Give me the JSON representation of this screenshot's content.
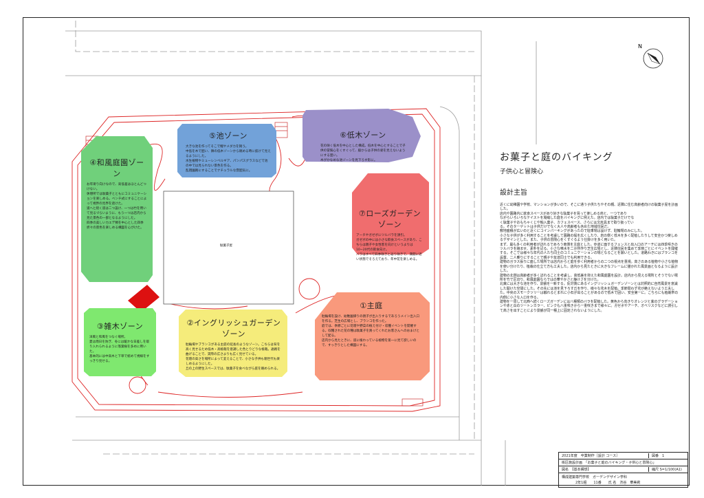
{
  "document": {
    "title": "お菓子と庭のバイキング",
    "subtitle": "子供心と冒険心",
    "concept_heading": "設計主旨",
    "concept_text": "近くに幼稚園や学校、マンションが多いので、そこに通う子供たちやその親、近隣に住む高齢者向けの駄菓子屋を計画した。\n店内や園路内に飲食スペースがあり好きな駄菓子を買って楽しめる商と、一つであり\nながらいろいろなテイストを凝縮した庭をバイキングに例えた。店内では駄菓子だけでな\nく駄菓子やおもちゃくじや輸入菓子、カフェスペース、さらには文房具まで取り扱ってい\nる。そのターゲットは子供だけでなく大人や高齢者も含めた地域住民だ。\n敷地面積が広いのと近くにコインパーキングがあったので駐車場は設けず、駐輪場のみにした。\n小さな子供が多く利用することを考慮して園路の幅を広くしたり、岩の側く低木を多く配植したりして安全かつ楽しめるデザインとした。また、子供の冒険心をくすぐるよう仕掛けを多く用いた。\nまず、最も多くの利用者が訪れるであろう南側を主庭とした。歩道に面するフェンスと出入口のアーチには四季咲きのツルバラを絡ませ、素朴を記る。小さな噴水を二か所作り芝生広場とし、近隣住民を集めて季節ごとにイベントを開催する。そこでは様々な年代の人たち同士のコミュニケーションの場となることを願いとした。道路わきにはブランコを設置、二人乗りにすることで親子や友達同士でも利用できる。\n建物のガラス張りに面した場所では店内からと庭を歩く利用者からの二つの視点を重視。高さのある植物や小さな植物を使い分けたり、植栽の仕立て方も工夫した。店内から見たときに大きなフレームに描かれた風景画となるように設計した。\n建物の北側は高齢者が多く訪れることを考慮し、高低差を抑えた和風庭園を設計。店内から見える場所とそうでない場所を竹で区切り、和風庭園ならではの華やかさと静けさを分けた。\n北東には大きな池を作り、景観を一新する。反対側にあるイングリッシュガーデンゾーンとは対照的に自然風景を意識した開けた空間にした。その先には池を見下ろす丘を作り、様々な花木を配植。季節問わず花が絶えないよう工夫した。中央のスモークツリーは触れるとまれに小石が出ることがあるので低木で囲い、安全第一に。こちらにも植栽帯の内側に小さな入口を作る。\n建物を一周して北西へ続くローズガーデンには八種類のバラを配植した。黄色から向きりオレンジと紫のグラデーションや赤と白のツートンカラー、ピンクも八重咲きから一重咲きまで様々に。ガゼボやアーチ、オベリスクなどに誘引して高さを出すことにより景観が同一種上に固定されないようにした。",
    "center_label": "駄菓子屋",
    "compass_label": "N"
  },
  "zones": [
    {
      "label": "①主庭",
      "color": "#f9997c",
      "text": "駐輪場を設け、幼稚園帰りの親子が出入りするであろうメイン出入口を作る。芝生の広場とし、ブランコを作った。\n庭では、季節ごとに花壇や野菜の植え付け・収穫イベントを開催する。収穫された花の種は駄菓子を買ってくれたお客さんへのおまけとして配る。\n店内から見たときに、道に植わっている植物を第一に見て欲しいので、すっきりとした構図にする。"
    },
    {
      "label": "②イングリッシュガーデンゾーン",
      "color": "#f5ec7b",
      "text": "駐輪場やブランコがある主庭の延長のようなゾーン。こちらは背を高く見せるため低木・高植栽を意識した色とりどりな植栽。通路を曲げることで、実際の広さよりも広く見せている。\n花壇の高さを場所によって変えることで、小さな子供も親世代も楽しめるようにした。\n丘の上の野生スペースでは、駄菓子を食べながら庭を眺められる。"
    },
    {
      "label": "③雑木ゾーン",
      "color": "#7fe86f",
      "text": "洋風と和風をつなぐ場所。\n夏は雨日を防ぎ、冬には暖かな日差しを取り入れられるように落葉樹を多めに用いた。\n基本的には中高木と下草で統めて視線をすっきり見せる。"
    },
    {
      "label": "④和風庭園ゾーン",
      "color": "#70d07b",
      "text": "お年寄り向けなので、高低差はほとんどつけない。\n休憩所では駄菓子とともにコミュニケーションを楽しめる。ベンチ式にすることによって視界の見界を遮けた。\n道へと続く道は二つ設け、一つは竹を用いて見るづらいように、もう一つは店内から見た景色の一部となるようにした。\n四季の美しいカエデ類を中心とした四季折々の景色を楽しめる構図を心がけた。"
    },
    {
      "label": "⑤池ゾーン",
      "color": "#72a2d9",
      "text": "大きな池を作ってそこで鯉やメダカを飼う。\n中島を木で囲い、隣の低木ゾーンから眺める時に抜けて見えるようにした。\n水生植物やミューレンベルギア、パンパスグラスなどで池の中では見られない景色を作る。\n乱雑園路にすることでナチュラルな雰囲気に。"
    },
    {
      "label": "⑥低木ゾーン",
      "color": "#9b90c9",
      "text": "花の咲く低木を中心とした構成。低木を中心とすることで子供の冒険心をくすぐって、脇からは子供の姿を見えないようにする狙い。\n木がかなめな池ゾーンを見下ろす形に。"
    },
    {
      "label": "⑦ローズガーデンゾーン",
      "color": "#f06d6e",
      "text": "アーチやガゼボにツルバラを誘引。\nガゼボの中には小さな飲食スペースがあり、こちらは親子や女性客を向けというよりは10~20代の飲食向け。\nバラはすべて四季咲きと返り咲きで、満開に近い状態でそろえており、年中花を楽しめる。"
    }
  ],
  "title_block": {
    "year_course": "2021年度　卒業制作［設計 コース］",
    "sheet_no": "図番　1",
    "project": "街区施設計画　「お菓子と庭のバイキング・子供心と冒険心」",
    "drawing_name": "図名　【基本構想】",
    "scale": "縮尺 S=1/100(A1)",
    "school": "構成建築専門学校　ガーデンデザイン学科",
    "student": "2年1組　　11番　　氏 名　渋谷　華美莉"
  }
}
